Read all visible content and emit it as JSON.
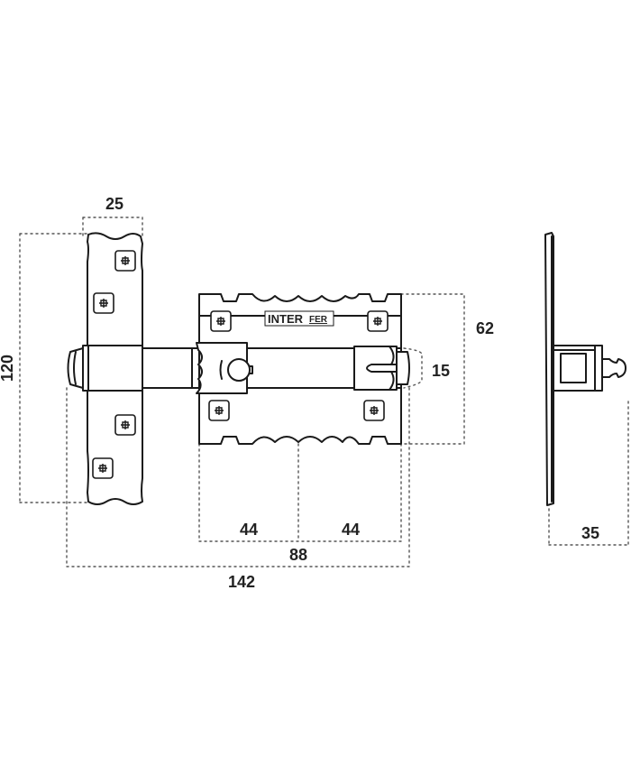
{
  "dimensions": {
    "plate_width": "25",
    "plate_height": "120",
    "housing_height": "62",
    "bolt_thickness": "15",
    "half_left": "44",
    "half_right": "44",
    "housing_width": "88",
    "total_length": "142",
    "depth": "35"
  },
  "brand": {
    "part1": "INTER",
    "part2": "FER"
  },
  "colors": {
    "line": "#1a1a1a",
    "dimension": "#555555",
    "background": "#ffffff"
  }
}
